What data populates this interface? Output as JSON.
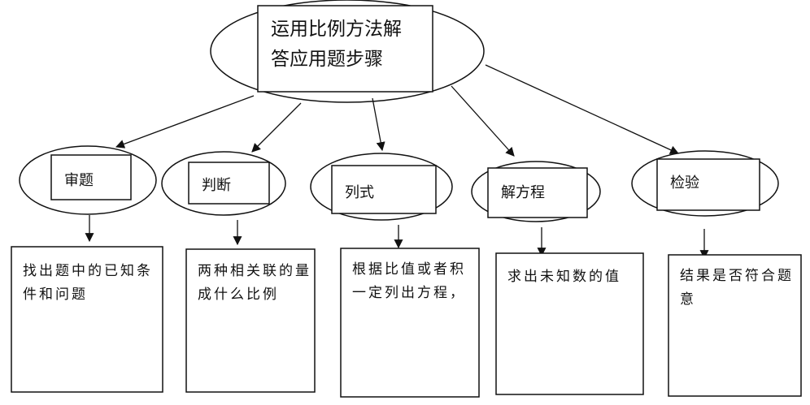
{
  "root": {
    "lines": [
      "运用比例方法解",
      "答应用题步骤"
    ]
  },
  "steps": [
    {
      "label": "审题",
      "description": "找出题中的已知条件和问题"
    },
    {
      "label": "判断",
      "description": "两种相关联的量成什么比例"
    },
    {
      "label": "列式",
      "description": "根据比值或者积一定列出方程，"
    },
    {
      "label": "解方程",
      "description": "求出未知数的值"
    },
    {
      "label": "检验",
      "description": "结果是否符合题意"
    }
  ]
}
